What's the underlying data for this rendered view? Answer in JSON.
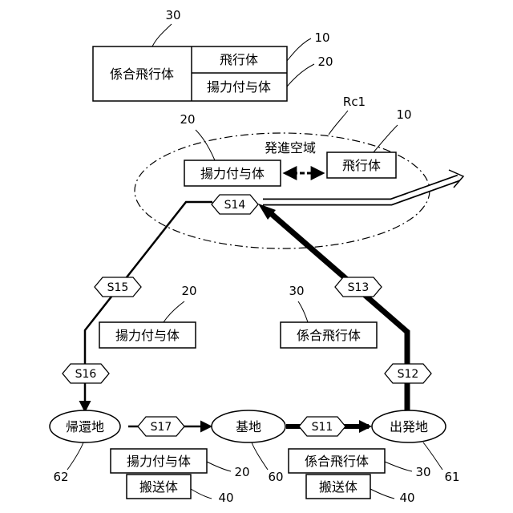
{
  "legend": {
    "ref_combined": "30",
    "ref_flight": "10",
    "ref_lift": "20",
    "combined_label": "係合飛行体",
    "flight_label": "飛行体",
    "lift_label": "揚力付与体"
  },
  "region": {
    "ref": "Rc1",
    "label": "発進空域",
    "lift_ref": "20",
    "lift_label": "揚力付与体",
    "flight_ref": "10",
    "flight_label": "飛行体"
  },
  "steps": {
    "s11": "S11",
    "s12": "S12",
    "s13": "S13",
    "s14": "S14",
    "s15": "S15",
    "s16": "S16",
    "s17": "S17"
  },
  "mid": {
    "lift_ref": "20",
    "lift_label": "揚力付与体",
    "combined_ref": "30",
    "combined_label": "係合飛行体"
  },
  "places": {
    "return": {
      "label": "帰還地",
      "ref": "62"
    },
    "base": {
      "label": "基地",
      "ref": "60"
    },
    "depart": {
      "label": "出発地",
      "ref": "61"
    }
  },
  "bottom": {
    "lift_label": "揚力付与体",
    "lift_ref": "20",
    "carrier_left_label": "搬送体",
    "carrier_left_ref": "40",
    "combined_label": "係合飛行体",
    "combined_ref": "30",
    "carrier_right_label": "搬送体",
    "carrier_right_ref": "40"
  }
}
